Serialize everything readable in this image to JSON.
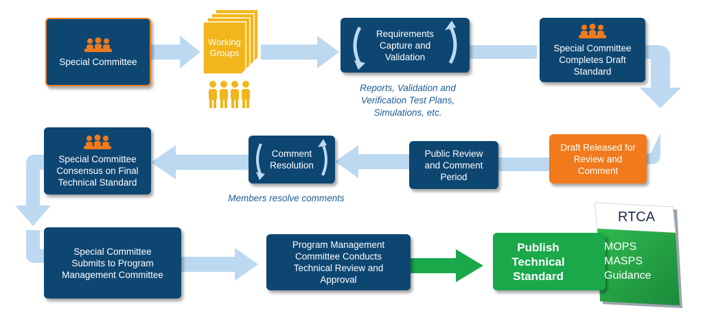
{
  "steps": {
    "special_committee": "Special Committee",
    "working_groups": "Working\nGroups",
    "requirements": "Requirements\nCapture and\nValidation",
    "completes_draft": "Special Committee\nCompletes Draft\nStandard",
    "draft_released": "Draft Released for\nReview and\nComment",
    "public_review": "Public Review\nand Comment\nPeriod",
    "comment_resolution": "Comment\nResolution",
    "consensus": "Special Committee\nConsensus on Final\nTechnical Standard",
    "submits": "Special Committee\nSubmits to Program\nManagement Committee",
    "pmc_review": "Program Management\nCommittee Conducts\nTechnical Review and\nApproval",
    "publish": "Publish\nTechnical\nStandard"
  },
  "captions": {
    "reports": "Reports, Validation and\nVerification Test Plans,\nSimulations, etc.",
    "members": "Members resolve comments"
  },
  "book": {
    "logo": "RTCA",
    "lines": "MOPS\nMASPS\nGuidance"
  },
  "colors": {
    "navy": "#0e4672",
    "orange": "#f07a1c",
    "green": "#1aa84b",
    "gold": "#f2b51b",
    "arrow": "#bcd9f1",
    "caption": "#1d5b95"
  }
}
